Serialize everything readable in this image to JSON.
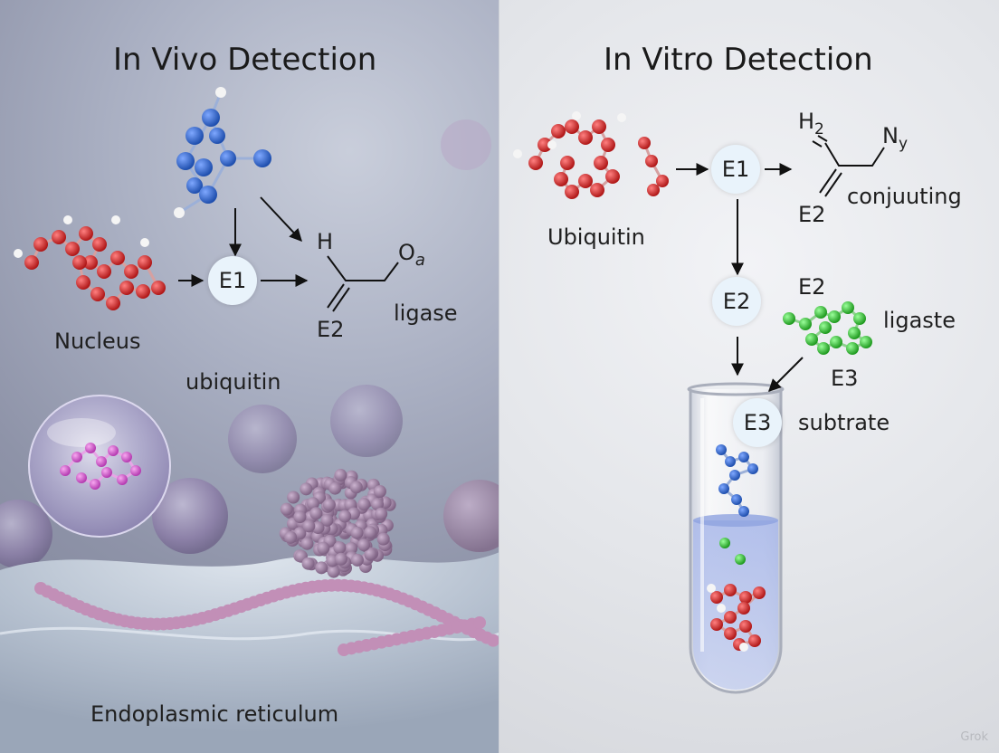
{
  "left_panel": {
    "title": "In Vivo Detection",
    "e1": "E1",
    "h_label": "H",
    "o_label": "O",
    "o_sub": "a",
    "e2_label": "E2",
    "ligase": "ligase",
    "nucleus": "Nucleus",
    "ubiquitin": "ubiquitin",
    "er": "Endoplasmic reticulum"
  },
  "right_panel": {
    "title": "In Vitro Detection",
    "ubiquitin": "Ubiquitin",
    "e1": "E1",
    "h2_label": "H",
    "h2_sub": "2",
    "ny_label": "N",
    "ny_sub": "y",
    "e2_formula": "E2",
    "conjuuting": "conjuuting",
    "e2_node": "E2",
    "e2_label": "E2",
    "ligaste": "ligaste",
    "e3_label": "E3",
    "e3_node": "E3",
    "subtrate": "subtrate"
  },
  "watermark": "Grok",
  "colors": {
    "ubiquitin_red": "#d42a2a",
    "molecule_blue": "#2f66c8",
    "e3_green": "#3cc23c",
    "vesicle_purple": "#8a79a6",
    "node_fill": "#e9f3fb"
  }
}
